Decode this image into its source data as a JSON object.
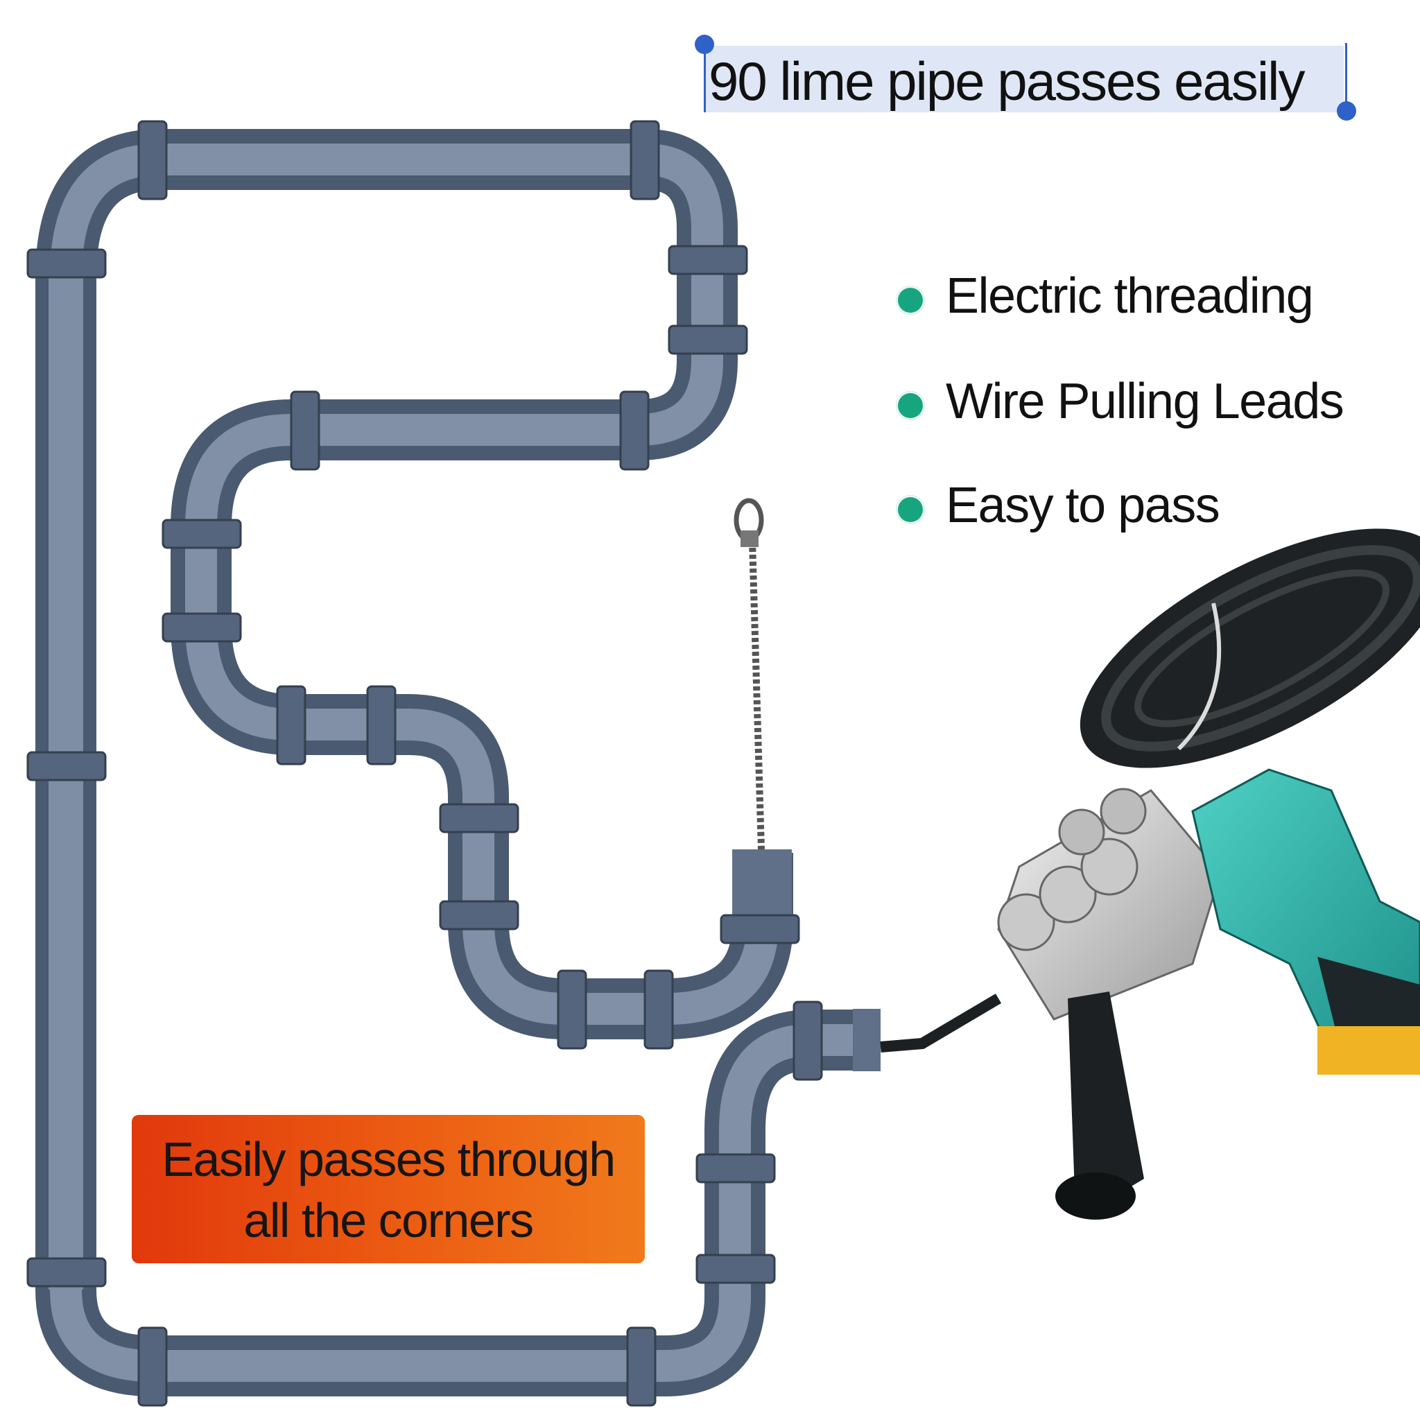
{
  "headline": {
    "text": "90 lime pipe passes easily"
  },
  "features": [
    {
      "label": "Electric threading"
    },
    {
      "label": "Wire Pulling Leads"
    },
    {
      "label": "Easy to pass"
    }
  ],
  "badge": {
    "line1": "Easily passes through",
    "line2": "all the corners"
  },
  "colors": {
    "accent_bullet": "#17a57f",
    "badge_orange": "#e8500f",
    "selection_blue": "#2f61c9",
    "pipe": "#5f7088"
  }
}
